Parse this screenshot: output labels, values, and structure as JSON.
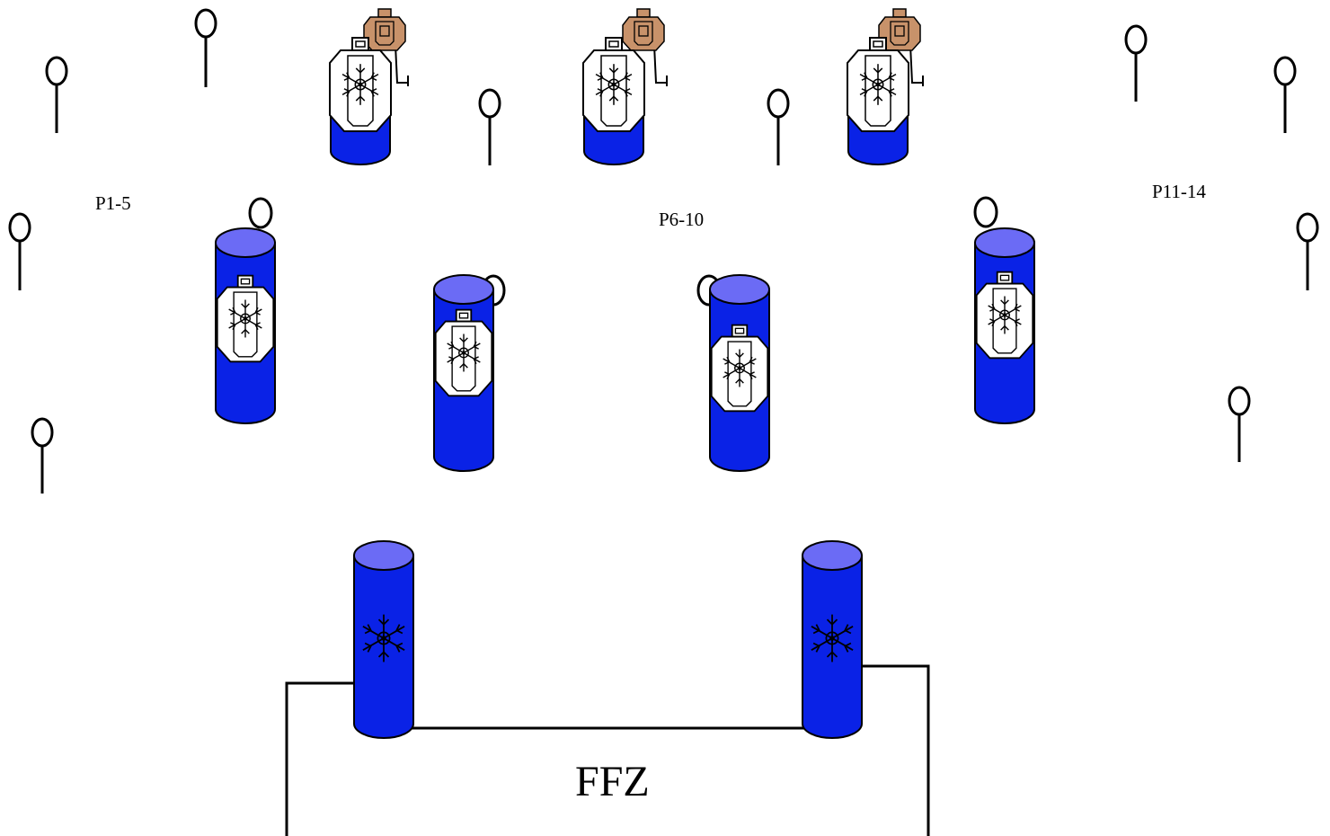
{
  "labels": {
    "p1_5": "P1-5",
    "p6_10": "P6-10",
    "p11_14": "P11-14",
    "ffz": "FFZ"
  },
  "colors": {
    "barrel_body": "#0a22e6",
    "barrel_top": "#6b6bf5",
    "target_paper": "#ffffff",
    "no_shoot_target": "#c8926a",
    "outline": "#000000",
    "background": "#ffffff"
  },
  "icons": {
    "steel_popper": "popper-icon",
    "paper_target": "paper-target-icon",
    "no_shoot": "no-shoot-target-icon",
    "barrel": "barrel-icon",
    "fault_line": "fault-line"
  }
}
